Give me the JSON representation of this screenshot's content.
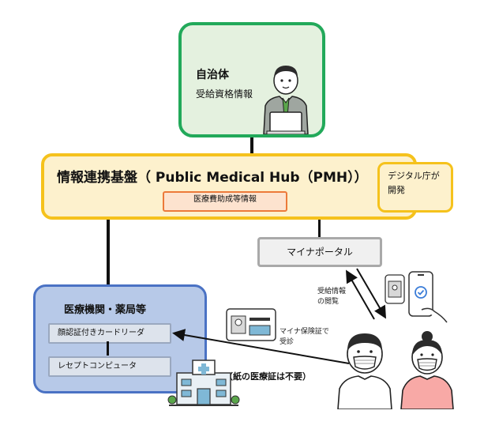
{
  "municipality": {
    "title": "自治体",
    "subtitle": "受給資格情報"
  },
  "pmh": {
    "title": "情報連携基盤（ Public Medical Hub（PMH））",
    "tag": "医療費助成等情報"
  },
  "digital_agency": {
    "line1": "デジタル庁が",
    "line2": "開発"
  },
  "portal": {
    "label": "マイナポータル"
  },
  "portal_note": {
    "line1": "受給情報",
    "line2": "の閲覧"
  },
  "medical": {
    "title": "医療機関・薬局等",
    "card_reader": "顔認証付きカードリーダ",
    "receipt_computer": "レセプトコンピュータ"
  },
  "card_note": {
    "line1": "マイナ保険証で",
    "line2": "受診"
  },
  "paper_note": "（紙の医療証は不要）",
  "colors": {
    "municipality_border": "#22a95a",
    "pmh_border": "#f5c21c",
    "tag_border": "#ec7a3a",
    "medical_border": "#4a72c4",
    "portal_border": "#a9a9a9"
  }
}
